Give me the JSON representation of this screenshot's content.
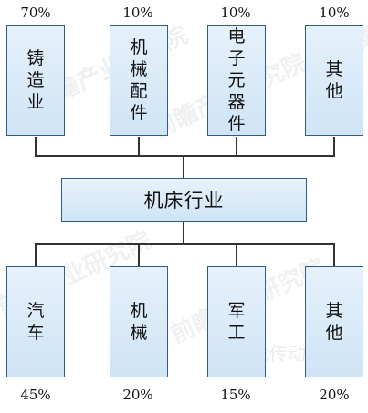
{
  "center": {
    "label": "机床行业"
  },
  "upstream": [
    {
      "label": "铸造业",
      "percent": "70%"
    },
    {
      "label": "机械配件",
      "percent": "10%"
    },
    {
      "label": "电子元器件",
      "percent": "10%"
    },
    {
      "label": "其他",
      "percent": "10%"
    }
  ],
  "downstream": [
    {
      "label": "汽车",
      "percent": "45%"
    },
    {
      "label": "机械",
      "percent": "20%"
    },
    {
      "label": "军工",
      "percent": "15%"
    },
    {
      "label": "其他",
      "percent": "20%"
    }
  ],
  "watermarks": {
    "brand": "前瞻产业研究院",
    "brand_short": "前瞻",
    "site": "齿轮传动网"
  },
  "colors": {
    "box_fill_top": "#e6f1fb",
    "box_fill_bottom": "#cfe4f6",
    "box_border": "#2d5c8f",
    "connector": "#333333"
  }
}
